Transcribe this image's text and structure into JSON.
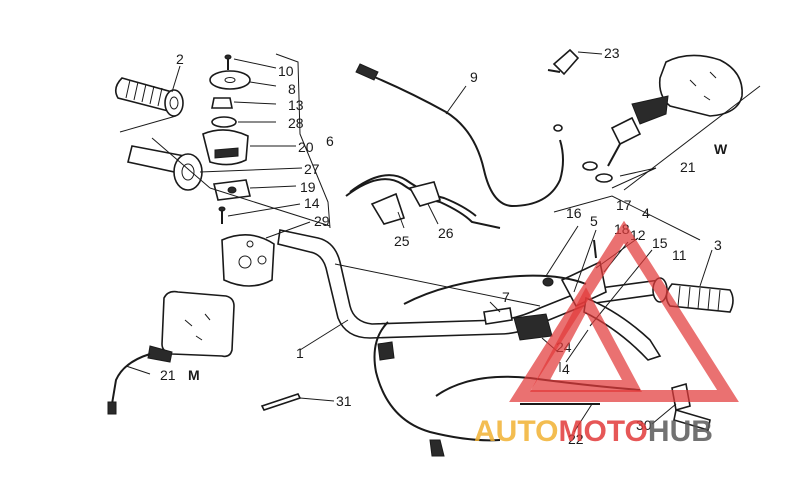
{
  "diagram": {
    "callouts": [
      {
        "id": "1",
        "label": "1"
      },
      {
        "id": "2",
        "label": "2"
      },
      {
        "id": "3",
        "label": "3"
      },
      {
        "id": "4a",
        "label": "4"
      },
      {
        "id": "4b",
        "label": "4"
      },
      {
        "id": "5",
        "label": "5"
      },
      {
        "id": "6",
        "label": "6"
      },
      {
        "id": "7",
        "label": "7"
      },
      {
        "id": "8",
        "label": "8"
      },
      {
        "id": "9",
        "label": "9"
      },
      {
        "id": "10",
        "label": "10"
      },
      {
        "id": "11",
        "label": "11"
      },
      {
        "id": "12",
        "label": "12"
      },
      {
        "id": "13",
        "label": "13"
      },
      {
        "id": "14",
        "label": "14"
      },
      {
        "id": "15",
        "label": "15"
      },
      {
        "id": "16",
        "label": "16"
      },
      {
        "id": "17",
        "label": "17"
      },
      {
        "id": "18",
        "label": "18"
      },
      {
        "id": "19",
        "label": "19"
      },
      {
        "id": "20",
        "label": "20"
      },
      {
        "id": "21a",
        "label": "21"
      },
      {
        "id": "21b",
        "label": "21"
      },
      {
        "id": "22",
        "label": "22"
      },
      {
        "id": "23",
        "label": "23"
      },
      {
        "id": "24",
        "label": "24"
      },
      {
        "id": "25",
        "label": "25"
      },
      {
        "id": "26",
        "label": "26"
      },
      {
        "id": "27",
        "label": "27"
      },
      {
        "id": "28",
        "label": "28"
      },
      {
        "id": "29",
        "label": "29"
      },
      {
        "id": "30",
        "label": "30"
      },
      {
        "id": "31",
        "label": "31"
      }
    ],
    "group_letters": [
      {
        "id": "W",
        "label": "W"
      },
      {
        "id": "M",
        "label": "M"
      }
    ]
  },
  "watermark": {
    "part1": "AUTO",
    "part2": "MOTO",
    "part3": "HUB",
    "color_primary": "#e23a3a",
    "color_secondary": "#f2b233",
    "color_dark": "#5a5a5a"
  }
}
